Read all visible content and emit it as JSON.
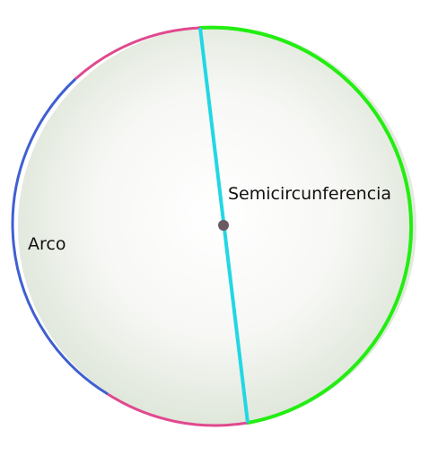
{
  "labels": {
    "arc": "Arco",
    "semicircle": "Semicircunferencia"
  },
  "colors": {
    "background": "#ffffff",
    "disk_center": "#ffffff",
    "disk_edge": "#dde5d8",
    "semicircle_arc": "#22ee11",
    "arc_blue": "#3f5fd2",
    "arc_pink": "#e0498e",
    "diameter": "#22d7e4",
    "center_point": "#6a5a62"
  },
  "icons": {
    "center": "center-point"
  }
}
